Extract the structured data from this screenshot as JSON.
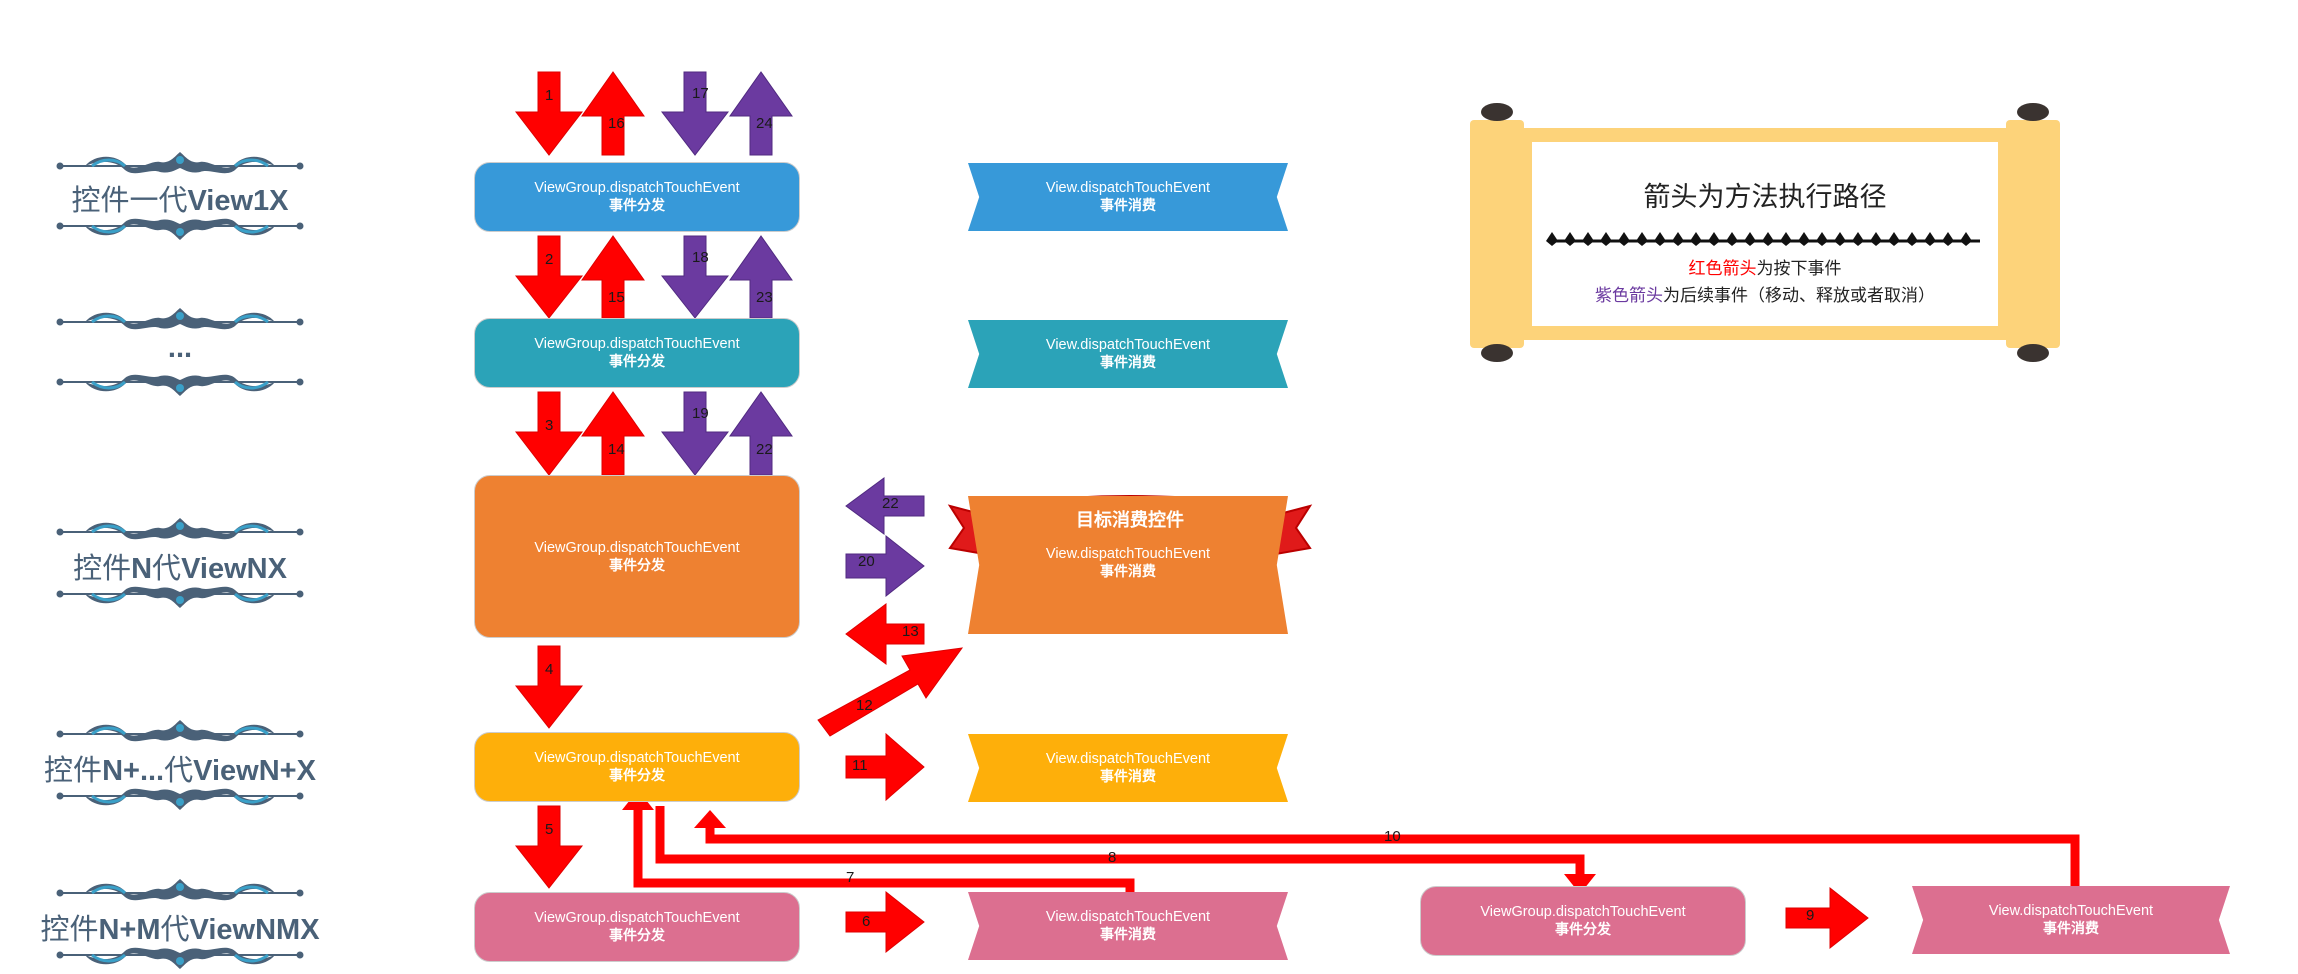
{
  "levels": [
    {
      "prefix": "控件一代",
      "bold": "View1X"
    },
    {
      "prefix": "",
      "bold": "..."
    },
    {
      "prefix": "控件",
      "bold": "N",
      "mid": "代",
      "bold2": "ViewNX"
    },
    {
      "prefix": "控件",
      "bold": "N+...",
      "mid": "代",
      "bold2": "ViewN+X"
    },
    {
      "prefix": "控件",
      "bold": "N+M",
      "mid": "代",
      "bold2": "ViewNMX"
    }
  ],
  "boxes": {
    "vg_method": "ViewGroup.dispatchTouchEvent",
    "vg_desc": "事件分发",
    "v_method": "View.dispatchTouchEvent",
    "v_desc": "事件消费"
  },
  "target_banner": "目标消费控件",
  "legend": {
    "title": "箭头为方法执行路径",
    "red_part": "红色箭头",
    "red_rest": "为按下事件",
    "purple_part": "紫色箭头",
    "purple_rest": "为后续事件（移动、释放或者取消）"
  },
  "arrow_numbers": [
    "1",
    "2",
    "3",
    "4",
    "5",
    "6",
    "7",
    "8",
    "9",
    "10",
    "11",
    "12",
    "13",
    "14",
    "15",
    "16",
    "17",
    "18",
    "19",
    "20",
    "22",
    "22",
    "23",
    "24"
  ],
  "colors": {
    "red": "#ff0000",
    "purple": "#6b3aa0",
    "blue": "#3799d9",
    "teal": "#2ba3b8",
    "orange": "#ee8131",
    "yellow": "#feaf0a",
    "pink": "#dc6f90",
    "scroll": "#fdd37a",
    "label": "#4a6178"
  }
}
